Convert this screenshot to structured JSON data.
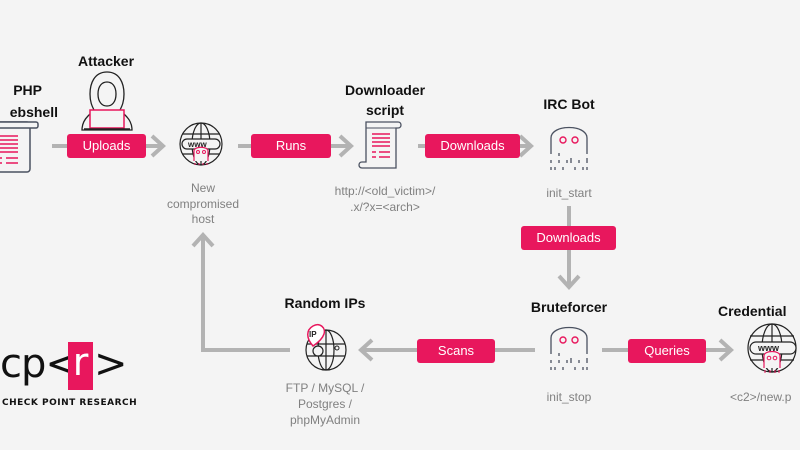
{
  "nodes": {
    "webshell": {
      "title_line1": "PHP",
      "title_line2": "ebshell"
    },
    "attacker": {
      "title": "Attacker"
    },
    "host": {
      "caption_line1": "New",
      "caption_line2": "compromised",
      "caption_line3": "host",
      "icon_text": "www"
    },
    "downloader": {
      "title_line1": "Downloader",
      "title_line2": "script",
      "caption_line1": "http://<old_victim>/",
      "caption_line2": ".x/?x=<arch>"
    },
    "ircbot": {
      "title": "IRC Bot",
      "caption": "init_start"
    },
    "bruteforcer": {
      "title": "Bruteforcer",
      "caption": "init_stop"
    },
    "randomips": {
      "title": "Random IPs",
      "icon_text": "IP",
      "caption_line1": "FTP / MySQL /",
      "caption_line2": "Postgres /",
      "caption_line3": "phpMyAdmin"
    },
    "credential": {
      "title": "Credential",
      "icon_text": "www",
      "caption": "<c2>/new.p"
    }
  },
  "edges": {
    "uploads": "Uploads",
    "runs": "Runs",
    "downloads1": "Downloads",
    "downloads2": "Downloads",
    "scans": "Scans",
    "queries": "Queries"
  },
  "logo": {
    "cp": "cp<",
    "r": "r",
    "gt": ">",
    "subtitle": "CHECK POINT RESEARCH"
  },
  "colors": {
    "accent": "#e8175d",
    "arrow": "#b3b3b3",
    "text": "#111111",
    "caption": "#808080",
    "background": "#f4f4f4"
  }
}
